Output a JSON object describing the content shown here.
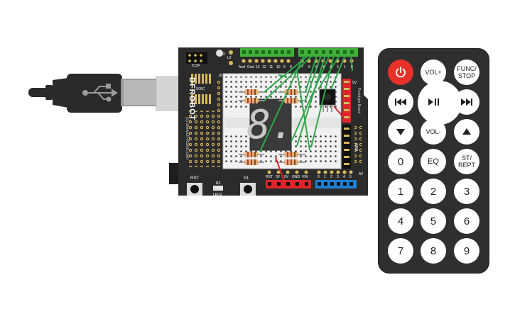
{
  "board": {
    "brand": "DFROBOT",
    "website": "(c) www.DFRobot.com",
    "icsp_label": "ICSP",
    "soic_label": "SOIC",
    "digital_header_labels": [
      "Aref",
      "Gnd",
      "13",
      "12",
      "11",
      "10",
      "9",
      "8",
      "7",
      "6",
      "5",
      "4",
      "3",
      "2",
      "1",
      "0"
    ],
    "power_header_labels": [
      "RST",
      "3V",
      "5V",
      "GND",
      "VIN"
    ],
    "analog_header_labels": [
      "0",
      "1",
      "2",
      "3",
      "4",
      "5"
    ],
    "rst_label": "RST",
    "s1_label": "S1",
    "led2_label": "LED2",
    "vcc_label": "5V",
    "gnd_label": "GND",
    "prototype_label": "Prototype Board",
    "sub_labels": [
      "L3",
      "L2",
      "16",
      "A2",
      "R2",
      "14"
    ]
  },
  "display": {
    "digit": "8."
  },
  "remote": {
    "buttons": {
      "power": "",
      "vol_up": "VOL+",
      "func_stop": "FUNC/ STOP",
      "vol_down": "VOL-",
      "zero": "0",
      "eq": "EQ",
      "st_rept": "ST/ REPT",
      "one": "1",
      "two": "2",
      "three": "3",
      "four": "4",
      "five": "5",
      "six": "6",
      "seven": "7",
      "eight": "8",
      "nine": "9"
    },
    "icons": [
      "power-icon",
      "prev-icon",
      "play-pause-icon",
      "next-icon",
      "down-arrow-icon",
      "up-arrow-icon"
    ]
  },
  "colors": {
    "board": "#2b2b2b",
    "breadboard": "#f1f1f1",
    "header_green": "#3fb338",
    "header_red": "#e0242b",
    "header_blue": "#1f7fd3",
    "wire_green": "#2ea84a",
    "wire_red": "#e0242b",
    "seg_display": "#3a3a3a",
    "remote": "#2f2f2f",
    "power_button": "#e8312a",
    "usb_cable": "#2a2a2a"
  }
}
